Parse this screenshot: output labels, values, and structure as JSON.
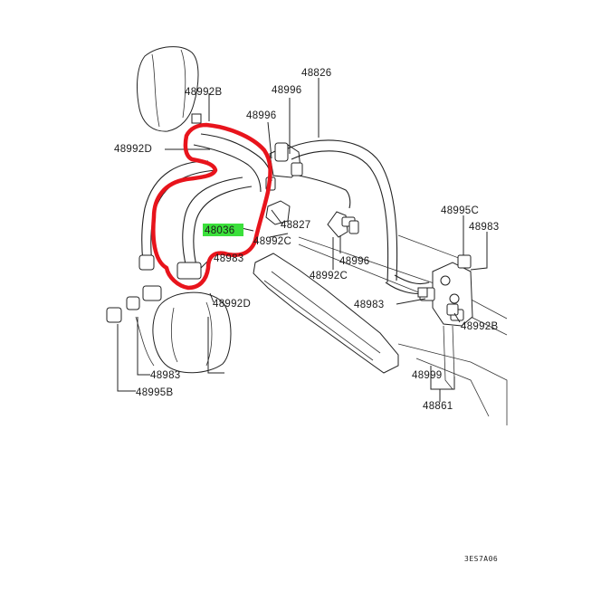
{
  "labels": {
    "p48992B_top": "48992B",
    "p48996_a": "48996",
    "p48826": "48826",
    "p48996_b": "48996",
    "p48992D_left": "48992D",
    "p48036": "48036",
    "p48827": "48827",
    "p48992C_a": "48992C",
    "p48983_mid": "48983",
    "p48995C": "48995C",
    "p48983_right": "48983",
    "p48996_c": "48996",
    "p48992C_b": "48992C",
    "p48992D_bottom": "48992D",
    "p48983_r2": "48983",
    "p48992B_right": "48992B",
    "p48983_low": "48983",
    "p48995B": "48995B",
    "p48999": "48999",
    "p48861": "48861"
  },
  "diagram_code": "3ES7A06",
  "colors": {
    "highlight_outline": "#e8141c",
    "label_highlight": "#3be03b",
    "line": "#222222"
  }
}
